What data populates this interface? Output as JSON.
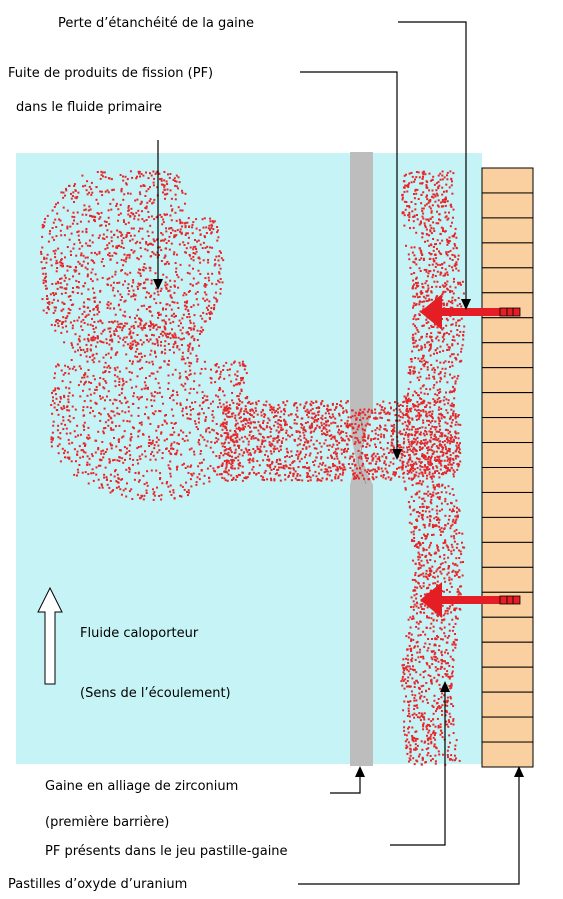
{
  "labels": {
    "cladding_leak": "Perte d’étanchéité de la gaine",
    "fp_leak_line1": "Fuite de produits de fission (PF)",
    "fp_leak_line2": "dans le fluide primaire",
    "coolant": "Fluide caloporteur",
    "flow_direction": "(Sens de l’écoulement)",
    "cladding_line1": "Gaine en alliage de zirconium",
    "cladding_line2": "(première barrière)",
    "fp_gap": "PF présents dans le jeu pastille-gaine",
    "pellets": "Pastilles d’oxyde d’uranium"
  },
  "colors": {
    "coolant": "#c6f4f6",
    "cladding": "#bdbdbd",
    "pellet": "#fbd0a1",
    "fission_products": "#e8262a",
    "arrow": "#e41e24"
  },
  "icons": {
    "flow_arrow": "hollow-up-arrow-icon",
    "release_arrow": "red-left-arrow-icon"
  },
  "pellet_count": 24
}
